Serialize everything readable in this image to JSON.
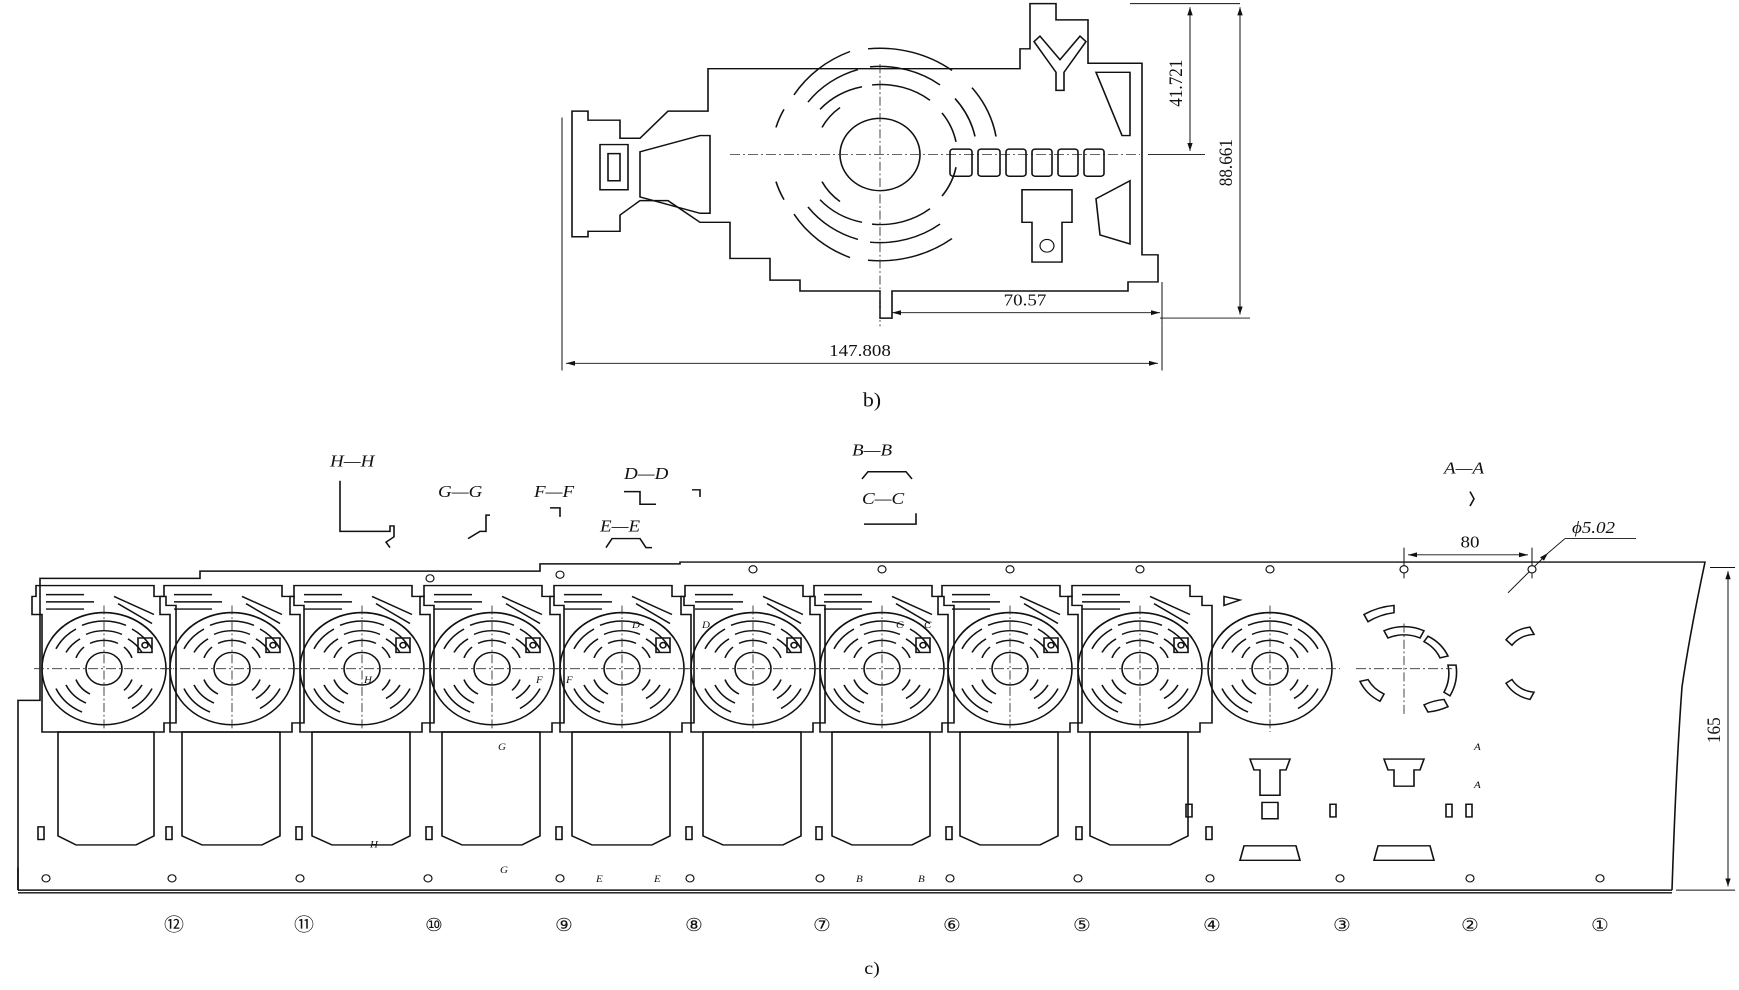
{
  "figure_b": {
    "label": "b)",
    "dims": {
      "height_upper": "41.721",
      "height_total": "88.661",
      "width_partial": "70.57",
      "width_total": "147.808"
    }
  },
  "figure_c": {
    "label": "c)",
    "dims": {
      "pitch": "80",
      "pilot_hole": "ϕ5.02",
      "strip_width": "165"
    },
    "sections": [
      "H—H",
      "G—G",
      "F—F",
      "D—D",
      "E—E",
      "B—B",
      "C—C",
      "A—A"
    ],
    "markers": [
      "A",
      "A",
      "B",
      "B",
      "C",
      "C",
      "D",
      "D",
      "E",
      "E",
      "F",
      "F",
      "G",
      "G",
      "H",
      "H"
    ],
    "stations": [
      "⑫",
      "⑪",
      "⑩",
      "⑨",
      "⑧",
      "⑦",
      "⑥",
      "⑤",
      "④",
      "③",
      "②",
      "①"
    ]
  }
}
